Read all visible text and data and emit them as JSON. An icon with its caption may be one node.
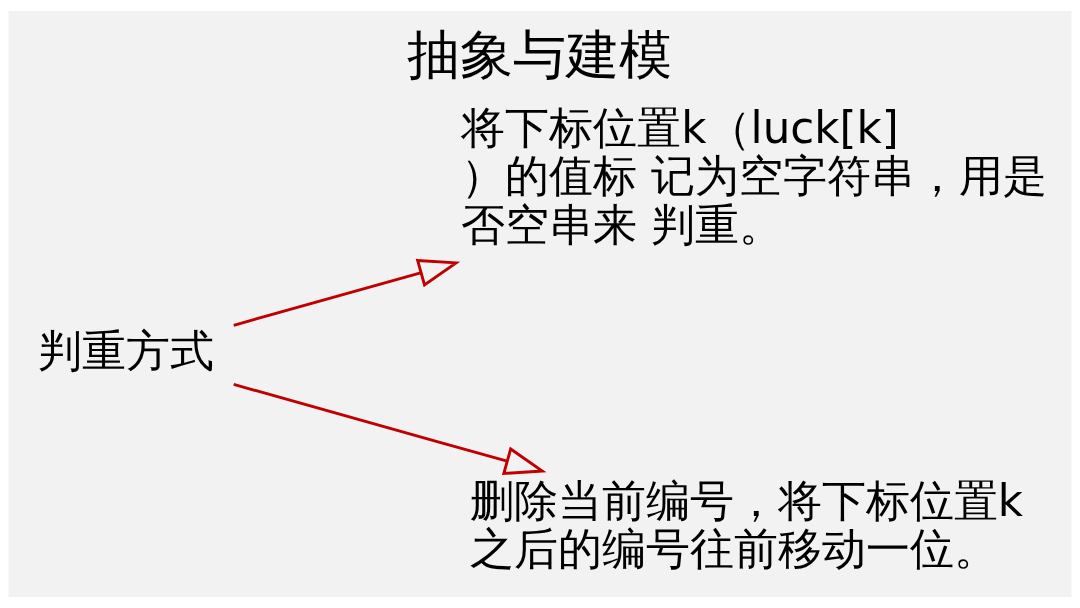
{
  "diagram": {
    "title": "抽象与建模",
    "nodes": [
      {
        "text": [
          "判重方式"
        ]
      },
      {
        "text": [
          "将下标位置k（luck[k]）的值标 记为空字符串，用是否空串来 判重。"
        ]
      },
      {
        "text": [
          "删除当前编号，将下标位置k 之后的编号往前移动一位。"
        ]
      }
    ],
    "edges": [
      {
        "from": 0,
        "to": 1,
        "arrow": "to"
      },
      {
        "from": 0,
        "to": 2,
        "arrow": "to"
      }
    ]
  }
}
